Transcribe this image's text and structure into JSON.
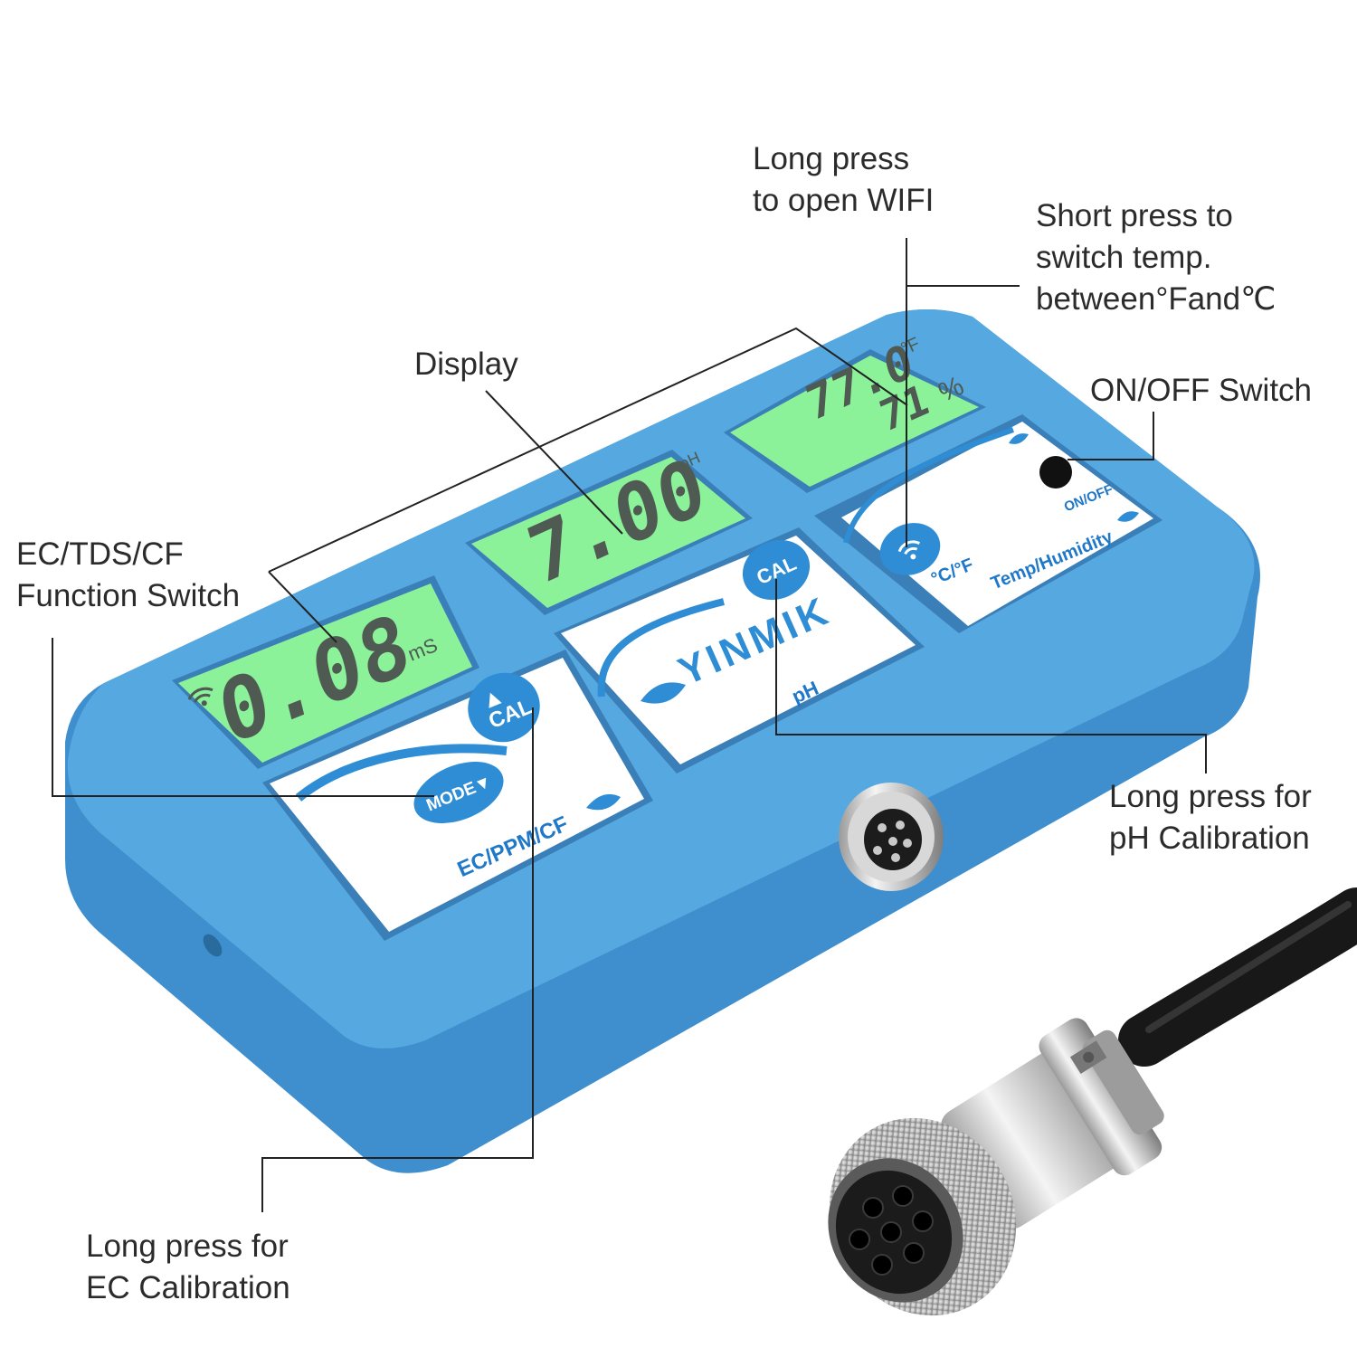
{
  "brand": "YINMIK",
  "colors": {
    "body": "#4d9fd8",
    "body_dark": "#3b86c4",
    "lcd": "#8cf29a",
    "lcd_digits": "#4e5a52",
    "button": "#2e8dd4",
    "label_blue": "#1f78c8",
    "callout_line": "#222222",
    "callout_text": "#2b2b2b"
  },
  "device": {
    "ec_display": {
      "value": "0.08",
      "unit": "mS"
    },
    "ph_display": {
      "value": "7.00",
      "unit": "pH"
    },
    "temp_display": {
      "temp_value": "77.0",
      "temp_unit": "°F",
      "humidity_value": "71",
      "humidity_unit": "%"
    },
    "ec_panel": {
      "label": "EC/PPM/CF",
      "mode_button": "MODE▼",
      "cal_button": "CAL",
      "cal_arrow": "▲"
    },
    "ph_panel": {
      "label": "pH",
      "cal_button": "CAL"
    },
    "temp_panel": {
      "label": "Temp/Humidity",
      "unit_button": "°C/°F",
      "power_label": "ON/OFF"
    }
  },
  "callouts": {
    "wifi": [
      "Long press",
      "to open WIFI"
    ],
    "temp_switch": [
      "Short press to",
      "switch temp.",
      "between°Fand℃"
    ],
    "display": [
      "Display"
    ],
    "power": [
      "ON/OFF Switch"
    ],
    "function_switch": [
      "EC/TDS/CF",
      "Function Switch"
    ],
    "ph_cal": [
      "Long press for",
      "pH Calibration"
    ],
    "ec_cal": [
      "Long press for",
      "EC Calibration"
    ]
  }
}
